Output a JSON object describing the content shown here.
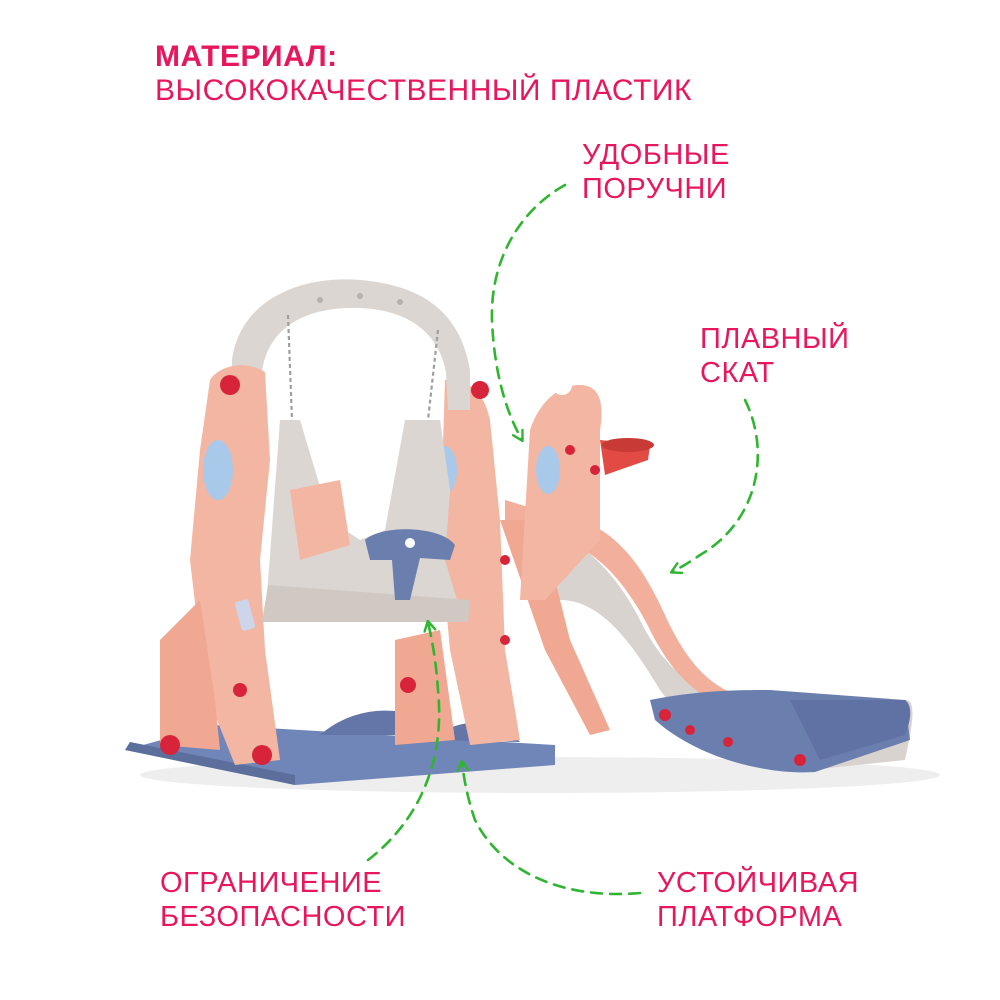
{
  "material": {
    "title": "МАТЕРИАЛ:",
    "value": "ВЫСОКОКАЧЕСТВЕННЫЙ ПЛАСТИК"
  },
  "callouts": {
    "handrails": {
      "line1": "УДОБНЫЕ",
      "line2": "ПОРУЧНИ"
    },
    "slope": {
      "line1": "ПЛАВНЫЙ",
      "line2": "СКАТ"
    },
    "safety": {
      "line1": "ОГРАНИЧЕНИЕ",
      "line2": "БЕЗОПАСНОСТИ"
    },
    "platform": {
      "line1": "УСТОЙЧИВАЯ",
      "line2": "ПЛАТФОРМА"
    }
  },
  "colors": {
    "accent_text": "#e8175d",
    "arrow": "#2fb52f",
    "plastic_pink": "#f3b6a2",
    "plastic_blue": "#6b7fae",
    "plastic_grey": "#dcd6d2",
    "bolt_red": "#d8243a"
  }
}
